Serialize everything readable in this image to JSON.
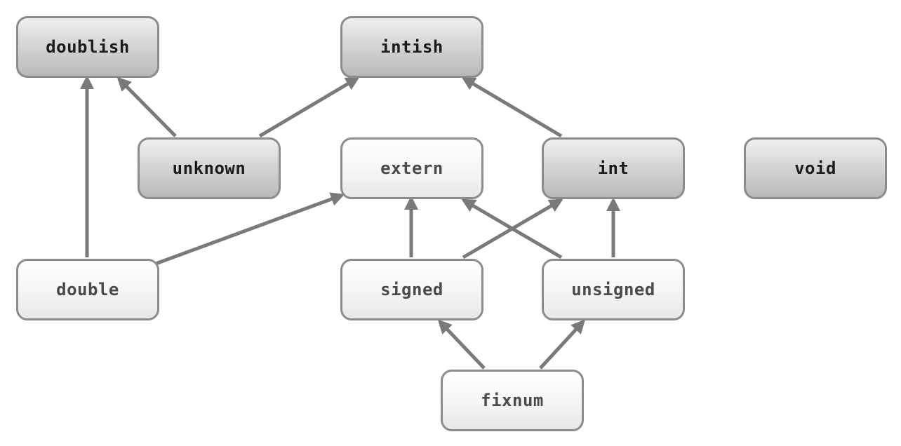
{
  "nodes": {
    "doublish": {
      "label": "doublish",
      "style": "dark"
    },
    "intish": {
      "label": "intish",
      "style": "dark"
    },
    "unknown": {
      "label": "unknown",
      "style": "dark"
    },
    "extern": {
      "label": "extern",
      "style": "light"
    },
    "int": {
      "label": "int",
      "style": "dark"
    },
    "void": {
      "label": "void",
      "style": "dark"
    },
    "double": {
      "label": "double",
      "style": "light"
    },
    "signed": {
      "label": "signed",
      "style": "light"
    },
    "unsigned": {
      "label": "unsigned",
      "style": "light"
    },
    "fixnum": {
      "label": "fixnum",
      "style": "light"
    }
  },
  "edges": [
    {
      "from": "double",
      "to": "doublish"
    },
    {
      "from": "double",
      "to": "extern"
    },
    {
      "from": "unknown",
      "to": "doublish"
    },
    {
      "from": "unknown",
      "to": "intish"
    },
    {
      "from": "int",
      "to": "intish"
    },
    {
      "from": "signed",
      "to": "extern"
    },
    {
      "from": "signed",
      "to": "int"
    },
    {
      "from": "unsigned",
      "to": "extern"
    },
    {
      "from": "unsigned",
      "to": "int"
    },
    {
      "from": "fixnum",
      "to": "signed"
    },
    {
      "from": "fixnum",
      "to": "unsigned"
    }
  ],
  "colors": {
    "edge": "#7a7a7a",
    "node_border": "#8c8c8c",
    "dark_node_text": "#1b1b1b",
    "light_node_text": "#4a4a4a"
  }
}
